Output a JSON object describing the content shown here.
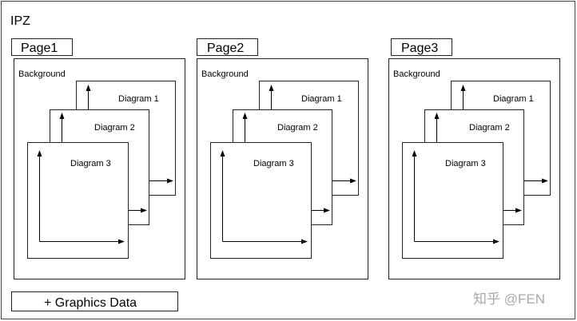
{
  "diagram": {
    "title": "IPZ",
    "pages": [
      {
        "label": "Page1",
        "background_label": "Background",
        "diagrams": [
          "Diagram 1",
          "Diagram 2",
          "Diagram 3"
        ]
      },
      {
        "label": "Page2",
        "background_label": "Background",
        "diagrams": [
          "Diagram 1",
          "Diagram 2",
          "Diagram 3"
        ]
      },
      {
        "label": "Page3",
        "background_label": "Background",
        "diagrams": [
          "Diagram 1",
          "Diagram 2",
          "Diagram 3"
        ]
      }
    ],
    "graphics_data_label": "+ Graphics Data",
    "watermark": "知乎 @FEN"
  }
}
